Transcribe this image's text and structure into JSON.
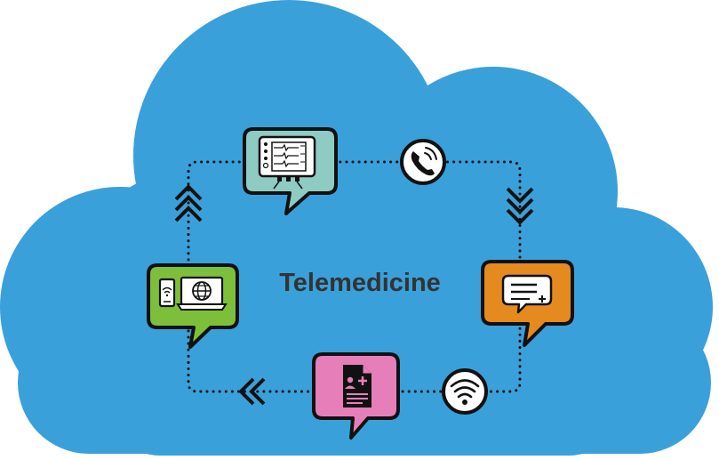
{
  "diagram": {
    "title": "Telemedicine",
    "colors": {
      "cloud": "#3aa0da",
      "monitor_box": "#8ecbc3",
      "chat_box": "#e58a1f",
      "record_box": "#e67fb9",
      "devices_box": "#7dbf3a",
      "outline": "#111111",
      "white": "#ffffff"
    },
    "nodes": [
      {
        "id": "monitor",
        "icon": "vital-signs-monitor-icon"
      },
      {
        "id": "phone",
        "icon": "phone-call-icon"
      },
      {
        "id": "chat",
        "icon": "chat-message-icon"
      },
      {
        "id": "wifi",
        "icon": "wifi-icon"
      },
      {
        "id": "record",
        "icon": "medical-record-icon"
      },
      {
        "id": "devices",
        "icon": "mobile-laptop-internet-icon"
      }
    ],
    "flow_arrows": [
      {
        "id": "right",
        "icon": "chevrons-down-icon"
      },
      {
        "id": "bottom",
        "icon": "chevrons-left-icon"
      },
      {
        "id": "left",
        "icon": "chevrons-up-icon"
      }
    ]
  }
}
